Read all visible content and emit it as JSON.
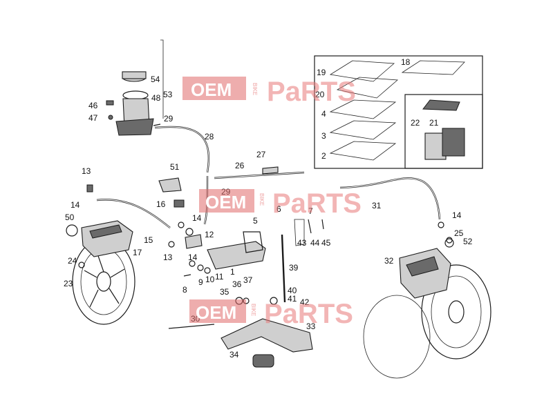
{
  "watermark": {
    "left": "OEM",
    "middle": "BIKE",
    "right": "PaRTS"
  },
  "callouts": {
    "c1": "1",
    "c2": "2",
    "c3": "3",
    "c4": "4",
    "c5": "5",
    "c6": "6",
    "c7": "7",
    "c8": "8",
    "c9": "9",
    "c10": "10",
    "c11": "11",
    "c12": "12",
    "c13a": "13",
    "c13b": "13",
    "c14a": "14",
    "c14b": "14",
    "c14c": "14",
    "c14d": "14",
    "c15": "15",
    "c16": "16",
    "c17": "17",
    "c18": "18",
    "c19": "19",
    "c20": "20",
    "c21": "21",
    "c22": "22",
    "c23": "23",
    "c24": "24",
    "c25": "25",
    "c26": "26",
    "c27": "27",
    "c28": "28",
    "c29a": "29",
    "c29b": "29",
    "c30": "30",
    "c31": "31",
    "c32": "32",
    "c33": "33",
    "c34": "34",
    "c35": "35",
    "c36": "36",
    "c37": "37",
    "c39": "39",
    "c40": "40",
    "c41": "41",
    "c42": "42",
    "c43": "43",
    "c44": "44",
    "c45": "45",
    "c46": "46",
    "c47": "47",
    "c48": "48",
    "c50": "50",
    "c51": "51",
    "c52": "52",
    "c53": "53",
    "c54": "54"
  }
}
